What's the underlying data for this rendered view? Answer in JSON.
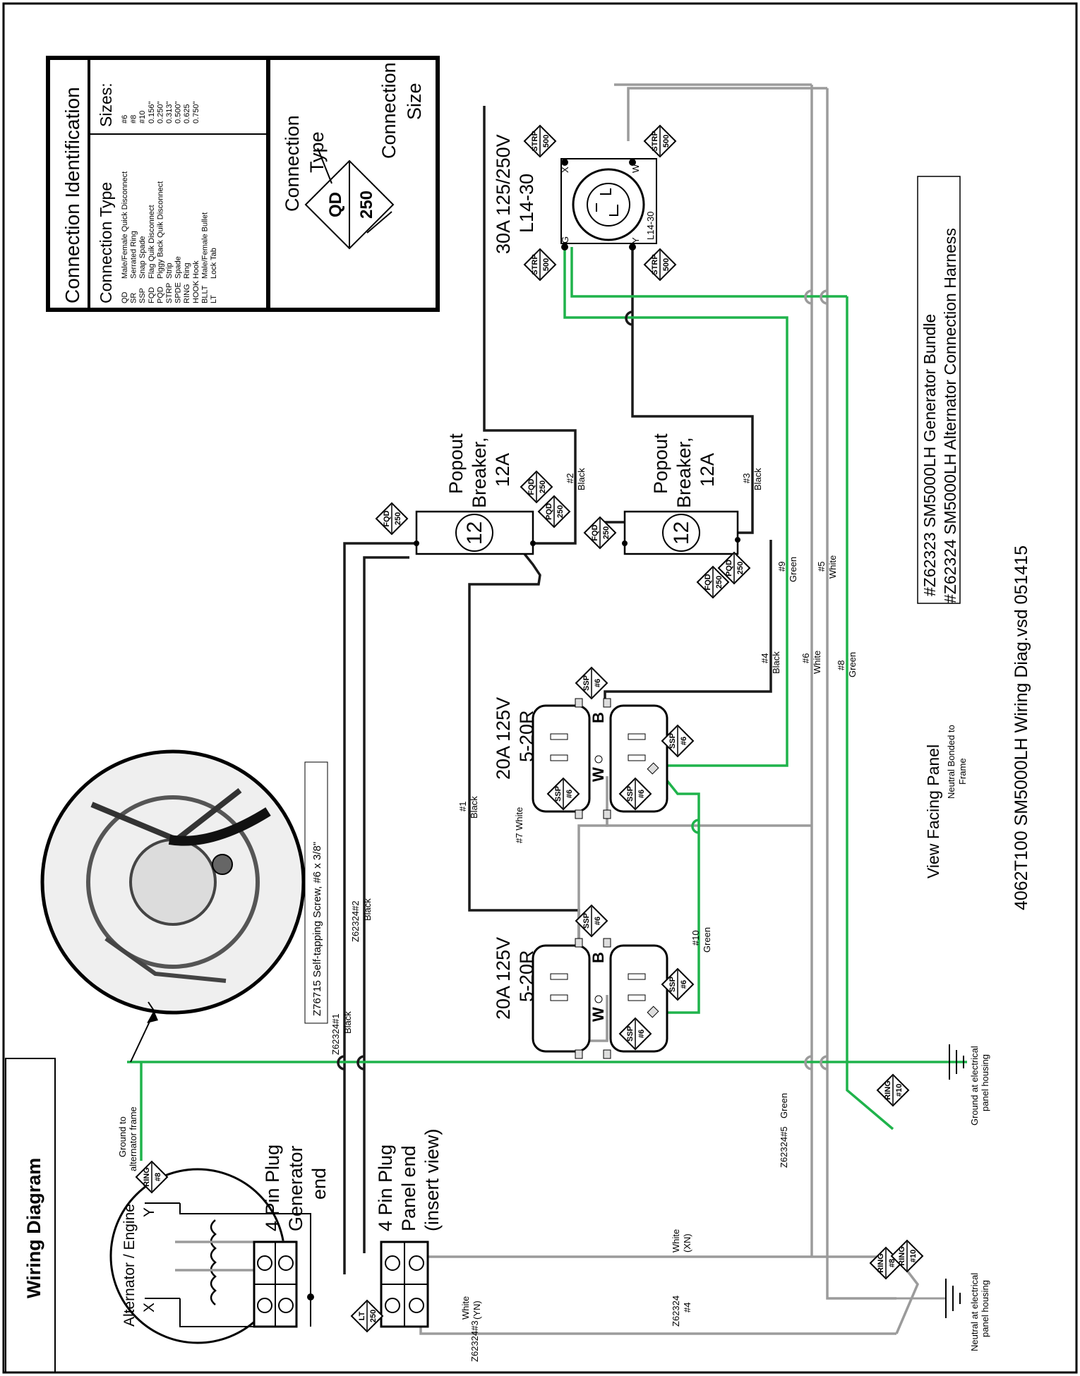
{
  "title": "Wiring Diagram",
  "footer_id": "4062T100 SM5000LH Wiring Diag.vsd 051415",
  "bundle": {
    "line1": "#Z62323 SM5000LH Generator Bundle",
    "line2": "#Z62324 SM5000LH Alternator Connection Harness"
  },
  "view": {
    "title": "View Facing Panel",
    "note1": "Neutral Bonded to",
    "note2": "Frame"
  },
  "legend": {
    "title": "Connection Identification",
    "type_header": "Connection Type",
    "sizes_header": "Sizes:",
    "types": [
      {
        "code": "QD",
        "desc": "Male/Female Quick Disconnect"
      },
      {
        "code": "SR",
        "desc": "Serrated Ring"
      },
      {
        "code": "SSP",
        "desc": "Snap Spade"
      },
      {
        "code": "FQD",
        "desc": "Flag Quik Disconnect"
      },
      {
        "code": "PQD",
        "desc": "Piggy Back Quik Disconnect"
      },
      {
        "code": "STRP",
        "desc": "Strip"
      },
      {
        "code": "SPDE",
        "desc": "Spade"
      },
      {
        "code": "RING",
        "desc": "Ring"
      },
      {
        "code": "HOOK",
        "desc": "Hook"
      },
      {
        "code": "BLLT",
        "desc": "Male/Female Bullet"
      },
      {
        "code": "LT",
        "desc": "Lock Tab"
      }
    ],
    "sizes": [
      "#6",
      "#8",
      "#10",
      "0.156\"",
      "0.250\"",
      "0.313\"",
      "0.500\"",
      "0.625",
      "0.750\""
    ],
    "example": {
      "type_label_1": "Connection",
      "type_label_2": "Type",
      "size_label_1": "Connection",
      "size_label_2": "Size",
      "code": "QD",
      "size": "250"
    }
  },
  "components": {
    "alternator": "Alternator / Engine",
    "alt_x": "X",
    "alt_y": "Y",
    "plug_gen": [
      "4 Pin Plug",
      "Generator",
      "end"
    ],
    "plug_panel": [
      "4 Pin Plug",
      "Panel end",
      "(insert view)"
    ],
    "ground_frame_1": "Ground to",
    "ground_frame_2": "alternator frame",
    "screw": "Z76715 Self-tapping Screw, #6 x 3/8\"",
    "breaker_1": [
      "Popout",
      "Breaker,",
      "12A"
    ],
    "breaker_2": [
      "Popout",
      "Breaker,",
      "12A"
    ],
    "breaker_value": "12",
    "l1430": [
      "30A 125/250V",
      "L14-30"
    ],
    "l1430_small": "L14-30",
    "l1430_pins": {
      "x": "X",
      "w": "W",
      "g": "G",
      "y": "Y"
    },
    "outlet_upper": [
      "20A 125V",
      "5-20R"
    ],
    "outlet_lower": [
      "20A 125V",
      "5-20R"
    ],
    "outlet_w": "W",
    "outlet_b": "B",
    "ground_panel_1": "Ground at electrical",
    "ground_panel_2": "panel housing",
    "neutral_panel_1": "Neutral at electrical",
    "neutral_panel_2": "panel housing"
  },
  "wires": {
    "z1": [
      "Z62324#1",
      "Black"
    ],
    "z2": [
      "Z62324#2",
      "Black"
    ],
    "z3": [
      "Z62324#3",
      "White",
      "(YN)"
    ],
    "z4": [
      "Z62324",
      "#4",
      "White",
      "(XN)"
    ],
    "z5": [
      "Z62324#5",
      "Green"
    ],
    "w1": [
      "#1",
      "Black"
    ],
    "w2": [
      "#2",
      "Black"
    ],
    "w3": [
      "#3",
      "Black"
    ],
    "w4": [
      "#4",
      "Black"
    ],
    "w5": [
      "#5",
      "White"
    ],
    "w6": [
      "#6",
      "White"
    ],
    "w7": [
      "#7 White"
    ],
    "w8": [
      "#8",
      "Green"
    ],
    "w9": [
      "#9",
      "Green"
    ],
    "w10": [
      "#10",
      "Green"
    ]
  },
  "connectors": {
    "ring8": [
      "RING",
      "#8"
    ],
    "ring10": [
      "RING",
      "#10"
    ],
    "lt250": [
      "LT",
      "250"
    ],
    "fqd250": [
      "FQD",
      "250"
    ],
    "pqd250": [
      "PQD",
      "250"
    ],
    "ssp6": [
      "SSP",
      "#6"
    ],
    "strp500": [
      "STRP",
      "500"
    ]
  },
  "colors": {
    "black_wire": "#1a1a1a",
    "white_wire": "#9b9b9b",
    "green_wire": "#1fb34b"
  }
}
